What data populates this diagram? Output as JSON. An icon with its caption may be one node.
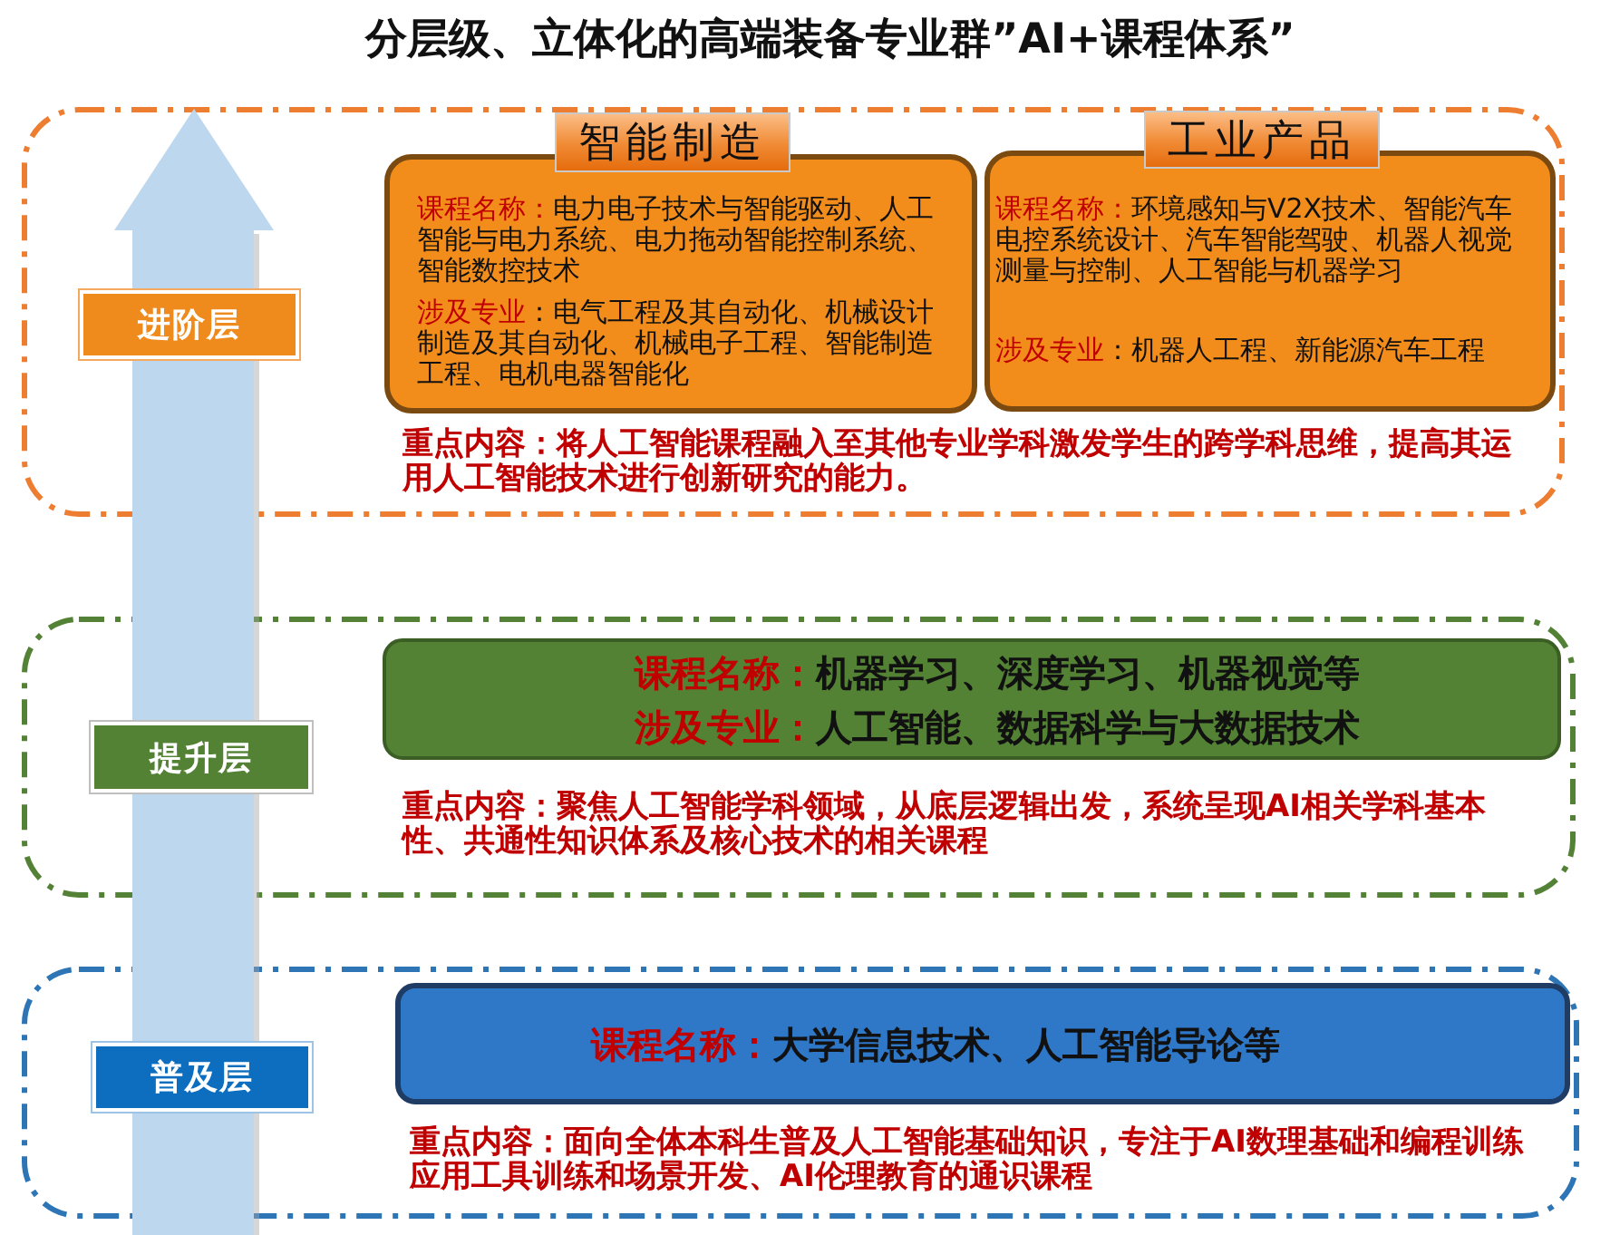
{
  "diagram": {
    "title": "分层级、立体化的高端装备专业群”AI+课程体系”",
    "nodes": [
      {
        "text": [
          "重点内容：将人工智能课程融入至其他专业学科激发学生的跨学科思维，提高其运用人工智能技术进行创新研究的能力。"
        ]
      },
      {
        "text": [
          "进阶层"
        ],
        "in": 0
      },
      {
        "text": [
          "智能制造"
        ],
        "in": 0
      },
      {
        "text": [
          "**课程名称：**电力电子技术与智能驱动、人工智能与电力系统、电力拖动智能控制系统、智能数控技术",
          "**涉及专业**：电气工程及其自动化、机械设计制造及其自动化、机械电子工程、智能制造工程、电机电器智能化"
        ],
        "in": 0
      },
      {
        "text": [
          "工业产品"
        ],
        "in": 0
      },
      {
        "text": [
          "**课程名称：**环境感知与V2X技术、智能汽车电控系统设计、汽车智能驾驶、机器人视觉测量与控制、人工智能与机器学习",
          "**涉及专业**：机器人工程、新能源汽车工程"
        ],
        "in": 0
      },
      {
        "text": [
          "重点内容：聚焦人工智能学科领域，从底层逻辑出发，系统呈现AI相关学科基本性、共通性知识体系及核心技术的相关课程"
        ]
      },
      {
        "text": [
          "提升层"
        ],
        "in": 6
      },
      {
        "text": [
          "**课程名称：**机器学习、深度学习、机器视觉等",
          "**涉及专业：**人工智能、数据科学与大数据技术"
        ],
        "in": 6
      },
      {
        "text": [
          "重点内容：面向全体本科生普及人工智能基础知识，专注于AI数理基础和编程训练应用工具训练和场景开发、AI伦理教育的通识课程"
        ]
      },
      {
        "text": [
          "普及层"
        ],
        "in": 9
      },
      {
        "text": [
          "**课程名称：**大学信息技术、人工智能导论等"
        ],
        "in": 9
      }
    ]
  }
}
